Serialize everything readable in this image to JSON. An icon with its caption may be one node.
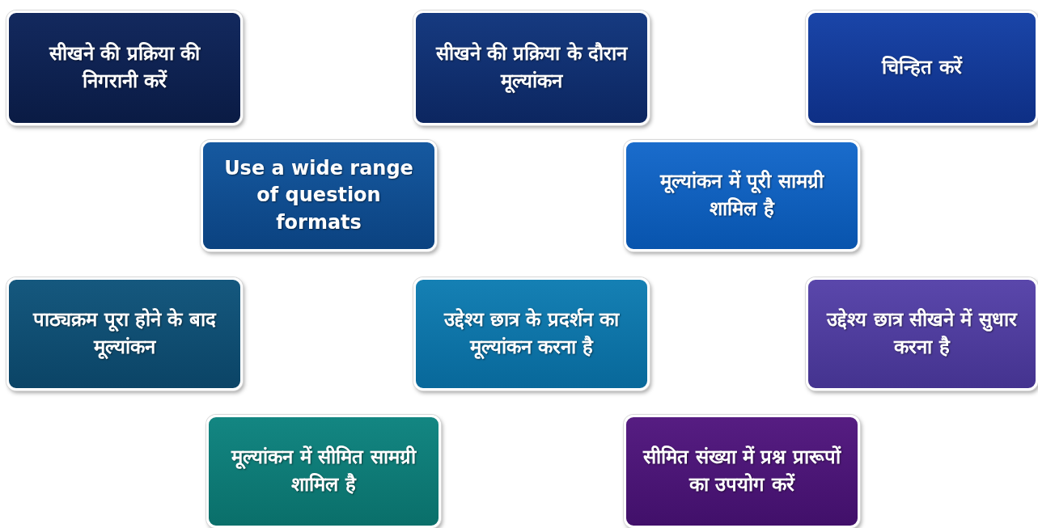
{
  "diagram": {
    "nodes": [
      {
        "text": [
          "सीखने की प्रक्रिया की निगरानी करें"
        ]
      },
      {
        "text": [
          "सीखने की प्रक्रिया के दौरान मूल्यांकन"
        ]
      },
      {
        "text": [
          "चिन्हित करें"
        ]
      },
      {
        "text": [
          "Use a wide range of question formats"
        ]
      },
      {
        "text": [
          "मूल्यांकन में पूरी सामग्री शामिल है"
        ]
      },
      {
        "text": [
          "पाठ्यक्रम पूरा होने के बाद मूल्यांकन"
        ]
      },
      {
        "text": [
          "उद्देश्य छात्र के प्रदर्शन का मूल्यांकन करना है"
        ]
      },
      {
        "text": [
          "उद्देश्य छात्र सीखने में सुधार करना है"
        ]
      },
      {
        "text": [
          "मूल्यांकन में सीमित सामग्री शामिल है"
        ]
      },
      {
        "text": [
          "सीमित संख्या में प्रश्न प्रारूपों का उपयोग करें"
        ]
      }
    ]
  }
}
